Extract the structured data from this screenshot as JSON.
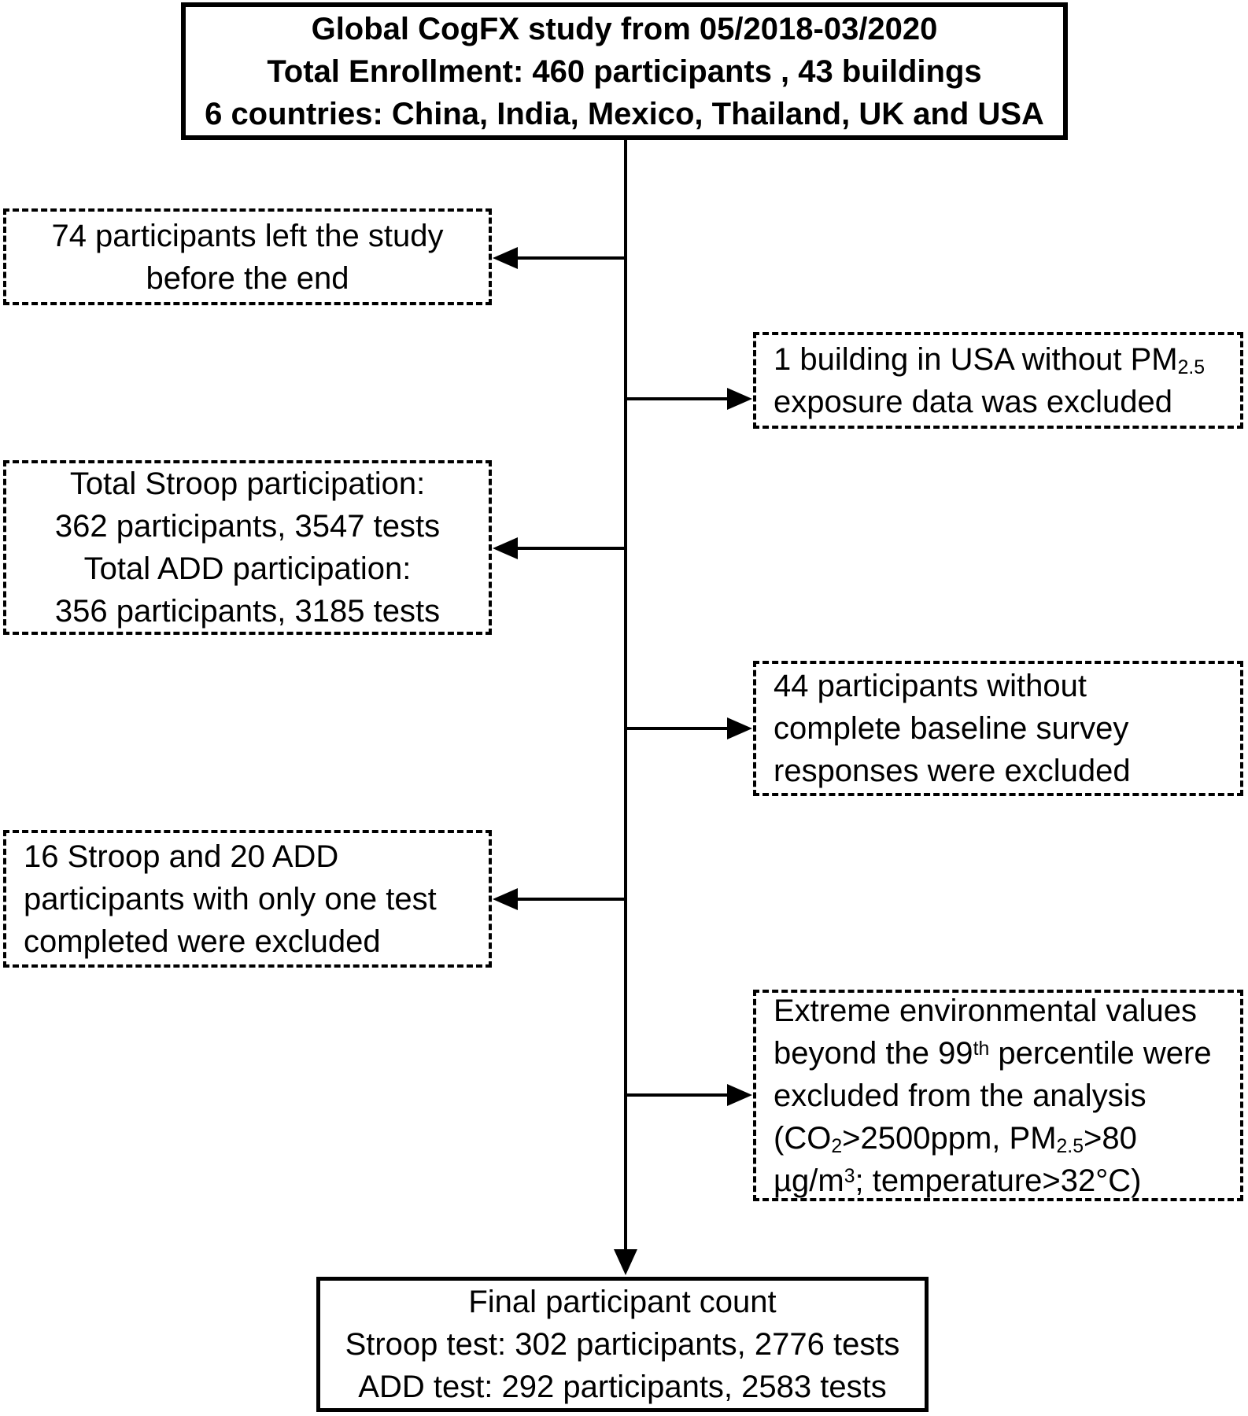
{
  "diagram": {
    "title": "Study enrollment flow diagram",
    "colors": {
      "background": "#ffffff",
      "line": "#000000",
      "text": "#000000"
    },
    "boxes": {
      "enrollment": {
        "border": "solid",
        "lines": [
          [
            {
              "t": "Global CogFX study from 05/2018-03/2020"
            }
          ],
          [
            {
              "t": "Total Enrollment: 460 participants , 43 buildings"
            }
          ],
          [
            {
              "t": "6 countries: China, India, Mexico, Thailand, UK and USA"
            }
          ]
        ]
      },
      "dropout": {
        "border": "dashed",
        "lines": [
          [
            {
              "t": "74 participants left the study"
            }
          ],
          [
            {
              "t": "before the end"
            }
          ]
        ]
      },
      "pm25_exclusion": {
        "border": "dashed",
        "lines": [
          [
            {
              "t": "1 building in USA without PM"
            },
            {
              "t": "2.5",
              "style": "sub"
            }
          ],
          [
            {
              "t": "exposure data was excluded"
            }
          ]
        ]
      },
      "participation": {
        "border": "dashed",
        "lines": [
          [
            {
              "t": "Total Stroop participation:"
            }
          ],
          [
            {
              "t": "362 participants, 3547 tests"
            }
          ],
          [
            {
              "t": "Total ADD participation:"
            }
          ],
          [
            {
              "t": "356 participants, 3185 tests"
            }
          ]
        ]
      },
      "baseline_exclusion": {
        "border": "dashed",
        "lines": [
          [
            {
              "t": "44 participants without"
            }
          ],
          [
            {
              "t": "complete baseline survey"
            }
          ],
          [
            {
              "t": "responses were excluded"
            }
          ]
        ]
      },
      "single_test_exclusion": {
        "border": "dashed",
        "lines": [
          [
            {
              "t": "16 Stroop and 20 ADD"
            }
          ],
          [
            {
              "t": "participants with only one test"
            }
          ],
          [
            {
              "t": "completed were excluded"
            }
          ]
        ]
      },
      "environmental_exclusion": {
        "border": "dashed",
        "lines": [
          [
            {
              "t": "Extreme environmental values"
            }
          ],
          [
            {
              "t": "beyond the 99"
            },
            {
              "t": "th",
              "style": "sup"
            },
            {
              "t": " percentile were"
            }
          ],
          [
            {
              "t": "excluded from the analysis"
            }
          ],
          [
            {
              "t": "(CO"
            },
            {
              "t": "2",
              "style": "sub"
            },
            {
              "t": ">2500ppm, PM"
            },
            {
              "t": "2.5",
              "style": "sub"
            },
            {
              "t": ">80"
            }
          ],
          [
            {
              "t": "µg/m"
            },
            {
              "t": "3",
              "style": "sup"
            },
            {
              "t": "; temperature>32°C)"
            }
          ]
        ]
      },
      "final_count": {
        "border": "solid",
        "lines": [
          [
            {
              "t": "Final participant count"
            }
          ],
          [
            {
              "t": "Stroop test: 302 participants, 2776 tests"
            }
          ],
          [
            {
              "t": "ADD test: 292 participants, 2583 tests"
            }
          ]
        ]
      }
    }
  }
}
